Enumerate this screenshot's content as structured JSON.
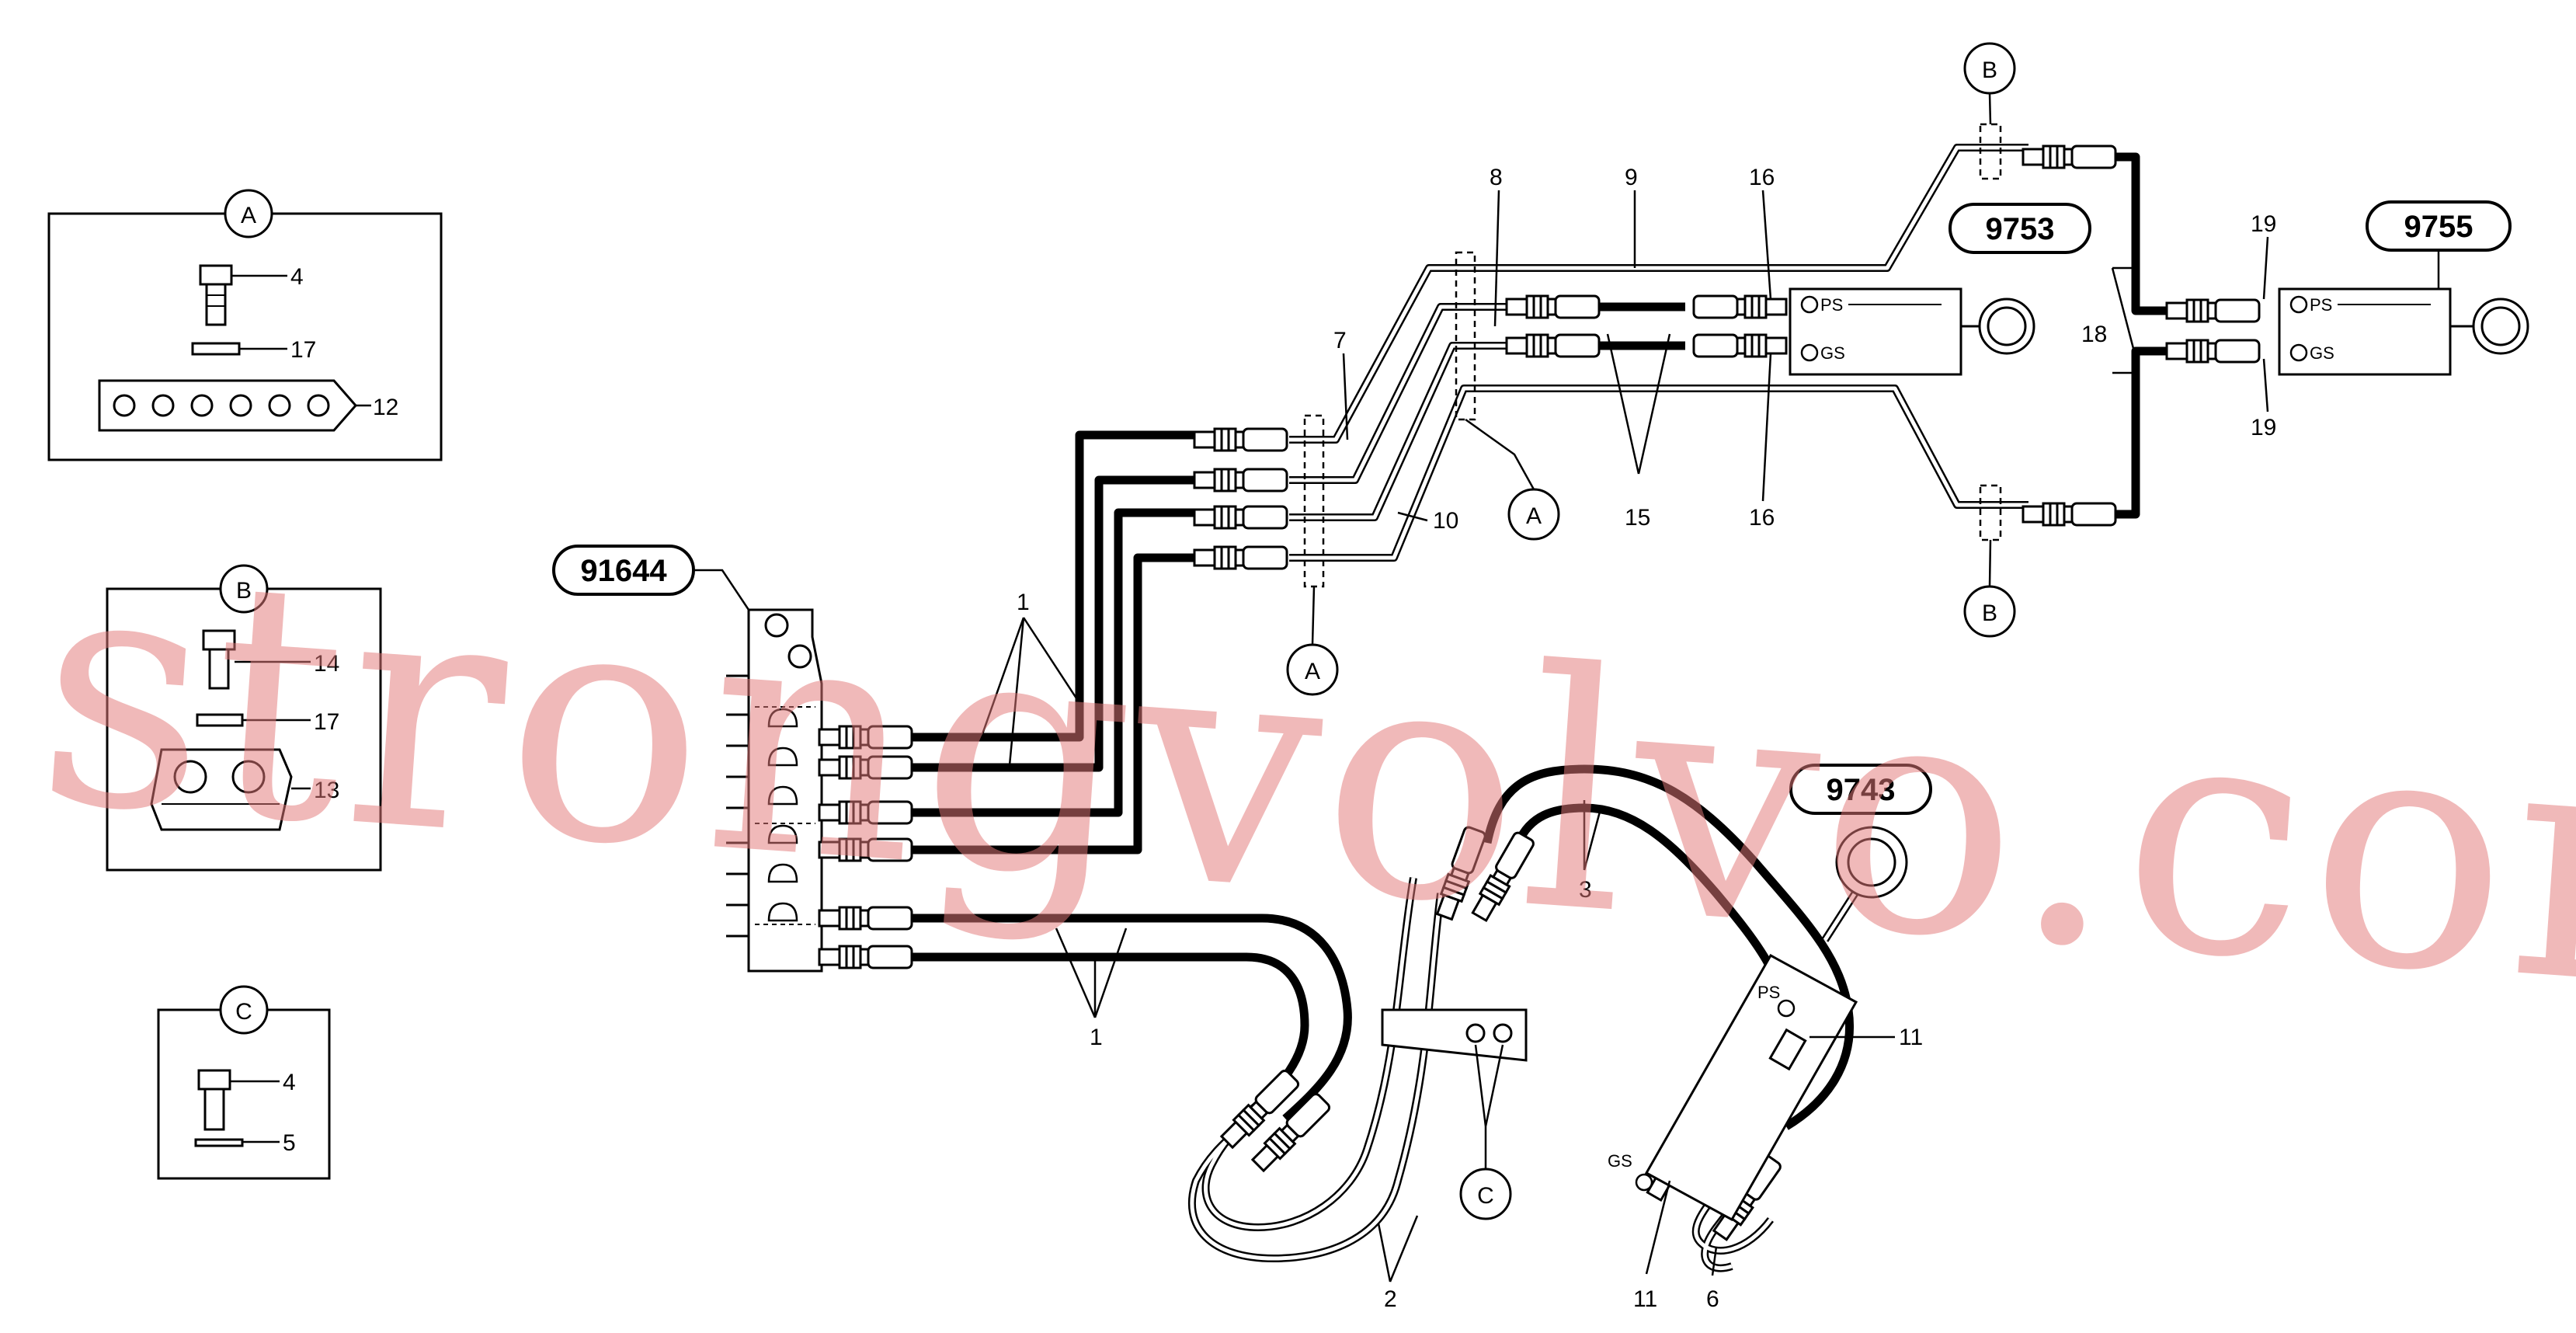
{
  "watermark": "strongvolvo.com",
  "detail_views": [
    {
      "letter": "A",
      "items": [
        {
          "num": "4"
        },
        {
          "num": "17"
        },
        {
          "num": "12"
        }
      ]
    },
    {
      "letter": "B",
      "items": [
        {
          "num": "14"
        },
        {
          "num": "17"
        },
        {
          "num": "13"
        }
      ]
    },
    {
      "letter": "C",
      "items": [
        {
          "num": "4"
        },
        {
          "num": "5"
        }
      ]
    }
  ],
  "reference_boxes": [
    "91644",
    "9753",
    "9755",
    "9743"
  ],
  "port_labels": {
    "ps": "PS",
    "gs": "GS"
  },
  "callouts": {
    "n1": "1",
    "n2": "2",
    "n3": "3",
    "n6": "6",
    "n7": "7",
    "n8": "8",
    "n9": "9",
    "n10": "10",
    "n11": "11",
    "n15": "15",
    "n16": "16",
    "n18": "18",
    "n19": "19"
  },
  "section_markers": {
    "a": "A",
    "b": "B",
    "c": "C"
  }
}
